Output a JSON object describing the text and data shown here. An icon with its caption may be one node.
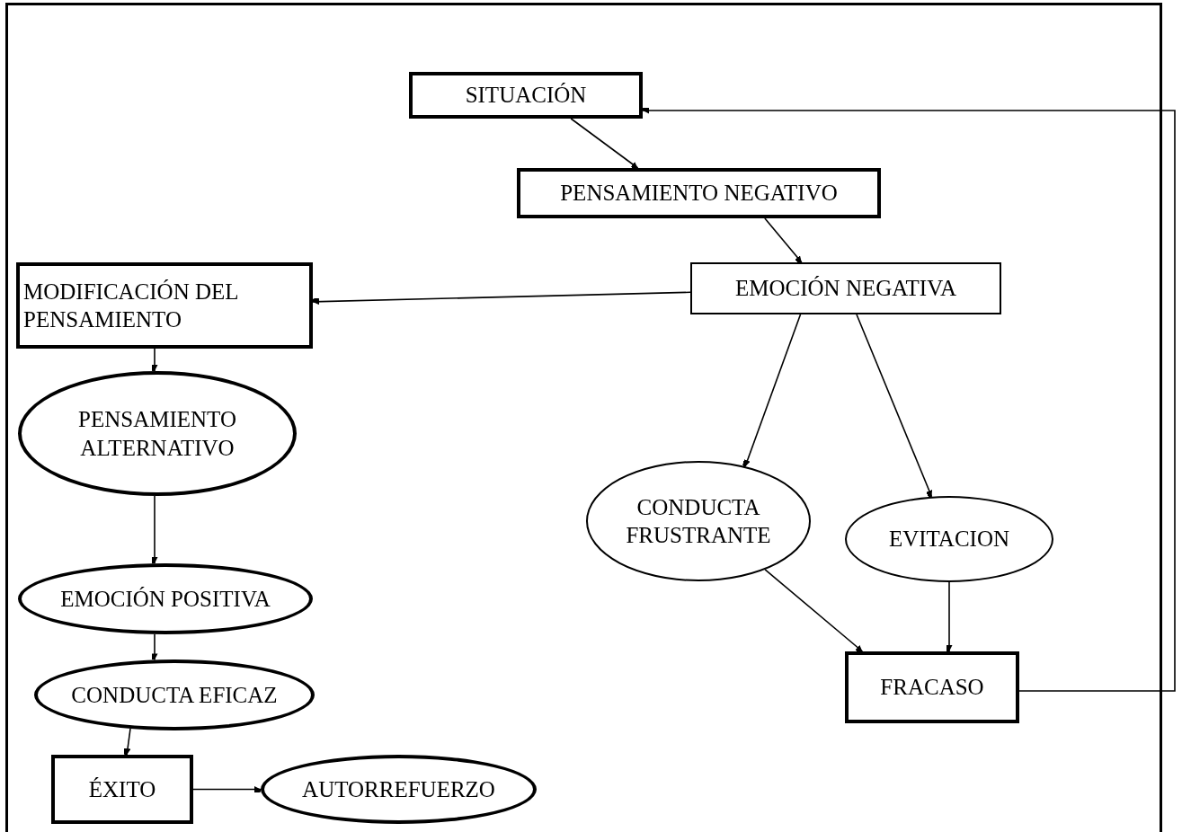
{
  "diagram": {
    "nodes": [
      {
        "text": [
          "SITUACIÓN"
        ]
      },
      {
        "text": [
          "PENSAMIENTO NEGATIVO"
        ]
      },
      {
        "text": [
          "EMOCIÓN NEGATIVA"
        ]
      },
      {
        "text": [
          "MODIFICACIÓN DEL PENSAMIENTO"
        ]
      },
      {
        "text": [
          "PENSAMIENTO ALTERNATIVO"
        ]
      },
      {
        "text": [
          "EMOCIÓN POSITIVA"
        ]
      },
      {
        "text": [
          "CONDUCTA EFICAZ"
        ]
      },
      {
        "text": [
          "ÉXITO"
        ]
      },
      {
        "text": [
          "AUTORREFUERZO"
        ]
      },
      {
        "text": [
          "CONDUCTA FRUSTRANTE"
        ]
      },
      {
        "text": [
          "EVITACION"
        ]
      },
      {
        "text": [
          "FRACASO"
        ]
      }
    ],
    "edges": [
      {
        "from": 0,
        "to": 1,
        "arrow": "to"
      },
      {
        "from": 1,
        "to": 2,
        "arrow": "to"
      },
      {
        "from": 2,
        "to": 3,
        "arrow": "to"
      },
      {
        "from": 3,
        "to": 4,
        "arrow": "to"
      },
      {
        "from": 4,
        "to": 5,
        "arrow": "to"
      },
      {
        "from": 5,
        "to": 6,
        "arrow": "to"
      },
      {
        "from": 6,
        "to": 7,
        "arrow": "to"
      },
      {
        "from": 7,
        "to": 8,
        "arrow": "to"
      },
      {
        "from": 2,
        "to": 9,
        "arrow": "to"
      },
      {
        "from": 2,
        "to": 10,
        "arrow": "to"
      },
      {
        "from": 9,
        "to": 11,
        "arrow": "to"
      },
      {
        "from": 10,
        "to": 11,
        "arrow": "to"
      },
      {
        "from": 11,
        "to": 0,
        "arrow": "to"
      }
    ]
  }
}
